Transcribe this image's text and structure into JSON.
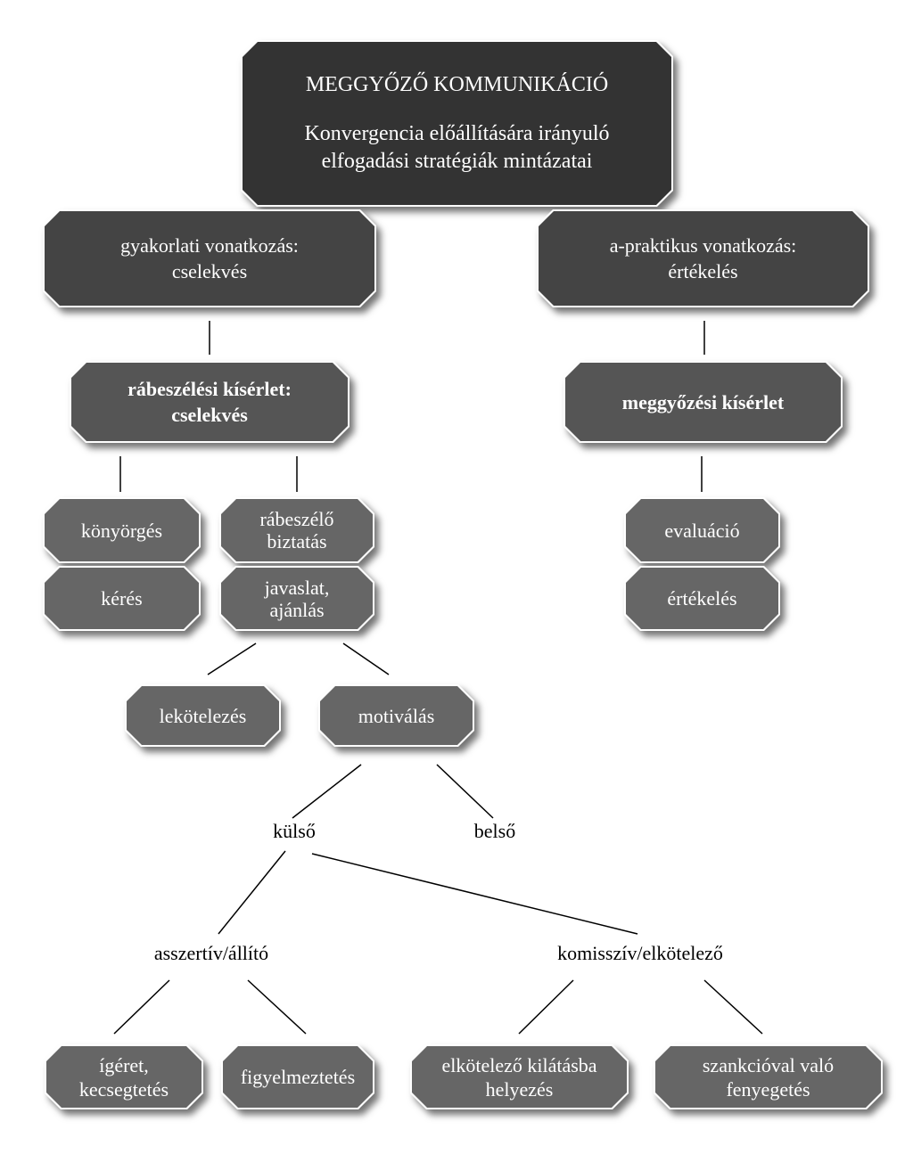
{
  "root": {
    "title": "MEGGYŐZŐ KOMMUNIKÁCIÓ",
    "subtitle_1": "Konvergencia előállítására irányuló",
    "subtitle_2": "elfogadási stratégiák mintázatai"
  },
  "left": {
    "l1": "gyakorlati vonatkozás:",
    "l2": "cselekvés",
    "attempt_1": "rábeszélési kísérlet:",
    "attempt_2": "cselekvés",
    "konyorges": "könyörgés",
    "keres": "kérés",
    "rabeszelo_1": "rábeszélő",
    "rabeszelo_2": "biztatás",
    "javaslat_1": "javaslat,",
    "javaslat_2": "ajánlás",
    "lekotelezes": "lekötelezés",
    "motivalas": "motiválás",
    "kulso": "külső",
    "belso": "belső",
    "asszertiv": "asszertív/állító",
    "komissziv": "komisszív/elkötelező",
    "igeret_1": "ígéret,",
    "igeret_2": "kecsegtetés",
    "figyelmeztetes": "figyelmeztetés",
    "elkotelezo_1": "elkötelező kilátásba",
    "elkotelezo_2": "helyezés",
    "szankcio_1": "szankcióval való",
    "szankcio_2": "fenyegetés"
  },
  "right": {
    "l1": "a-praktikus vonatkozás:",
    "l2": "értékelés",
    "attempt": "meggyőzési kísérlet",
    "evaluacio": "evaluáció",
    "ertekeles": "értékelés"
  }
}
